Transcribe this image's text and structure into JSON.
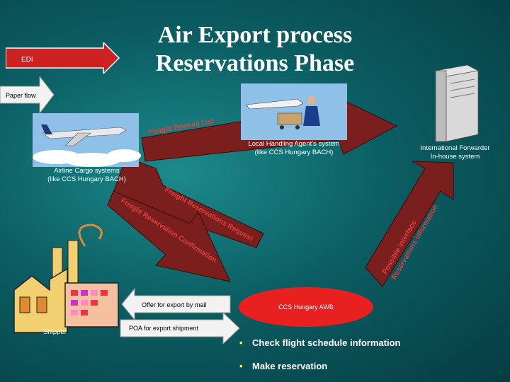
{
  "title": {
    "line1": "Air Export process",
    "line2": "Reservations Phase"
  },
  "legend": {
    "edi": "EDI",
    "paper_flow": "Paper flow"
  },
  "flows": {
    "freight_booked_list": "Freight Booked List",
    "freight_reservations_request": "Freight Reservations Request",
    "freight_reservation_confirmation": "Freight Reservation Confirmation",
    "possible_interface": "Possible interface",
    "reservations_information": "Reservations information",
    "offer_for_export": "Offer for export by mail",
    "poa": "POA for export shipment",
    "ccs_awb": "CCS Hungary AWB"
  },
  "actors": {
    "handling_agent_line1": "Local Handling Agent's system",
    "handling_agent_line2": "(like CCS Hungary BACH)",
    "forwarder_line1": "International Forwarder",
    "forwarder_line2": "In-house system",
    "airline_line1": "Airline Cargo systems",
    "airline_line2": "(like CCS Hungary BACH)",
    "shipper": "Shipper"
  },
  "bullets": [
    "Check flight schedule information",
    "Make reservation"
  ],
  "colors": {
    "background": "#0b5e63",
    "title": "#ffffff",
    "edi_arrow": "#cc2222",
    "flow_arrow": "#7a1e1e",
    "paper_arrow": "#f2f2f2",
    "awb_ellipse": "#e82020",
    "bullet_marker": "#ffff44"
  }
}
